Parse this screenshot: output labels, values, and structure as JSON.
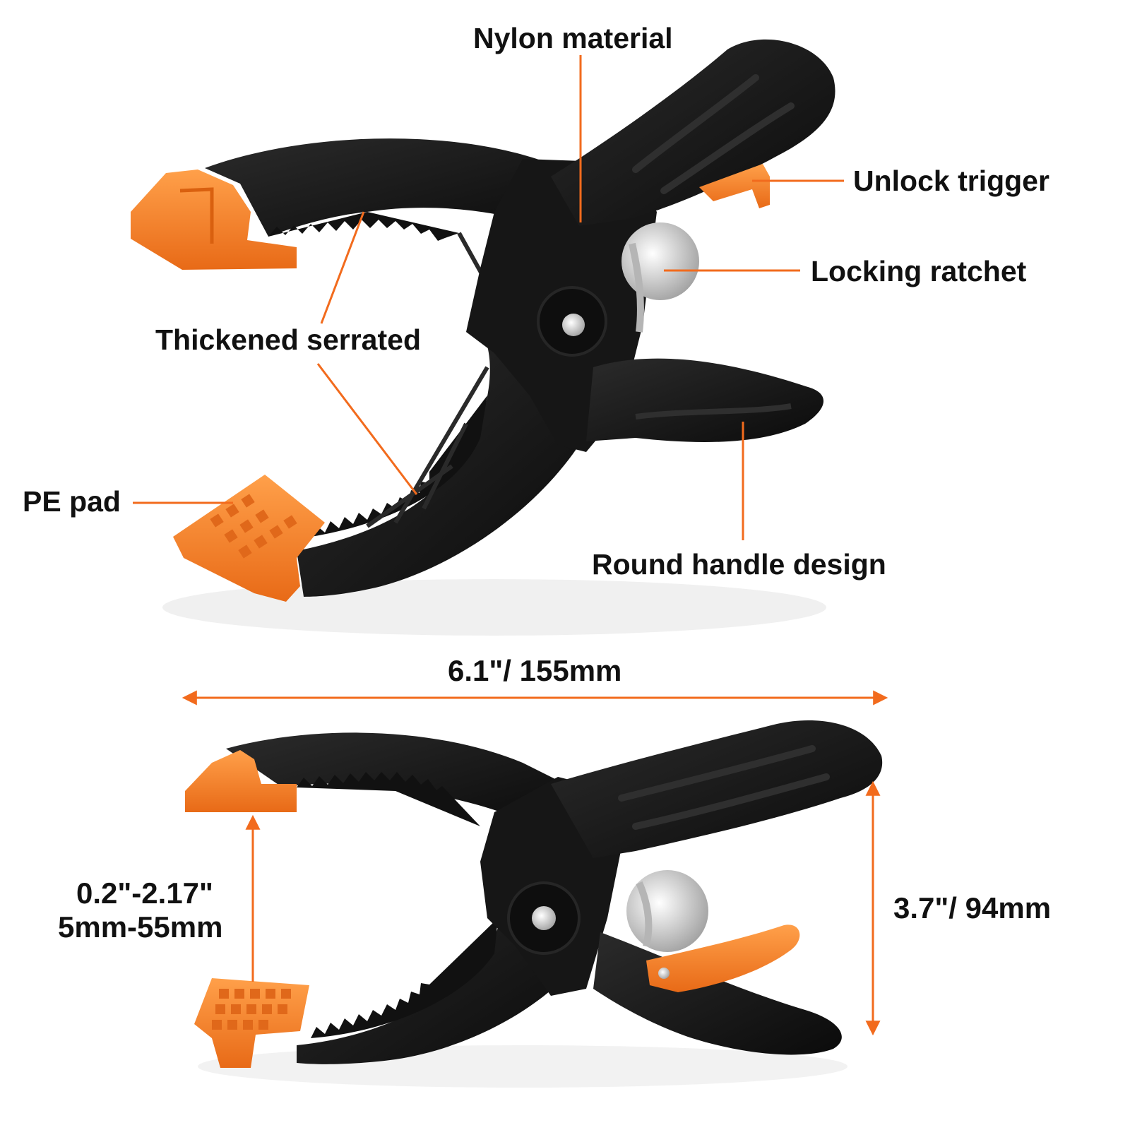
{
  "theme": {
    "accent": "#F26B1D",
    "pad_orange": "#FF8A2A",
    "pad_orange_dark": "#E0681A",
    "body_black": "#1A1A1A",
    "body_dark": "#0D0D0D",
    "steel": "#D9D9D9",
    "background": "#FFFFFF"
  },
  "callouts": {
    "nylon_material": "Nylon material",
    "unlock_trigger": "Unlock trigger",
    "locking_ratchet": "Locking ratchet",
    "thickened_serrated": "Thickened serrated",
    "pe_pad": "PE pad",
    "round_handle": "Round handle design"
  },
  "dimensions": {
    "length": "6.1\"/ 155mm",
    "height": "3.7\"/ 94mm",
    "opening_inch": "0.2\"-2.17\"",
    "opening_mm": "5mm-55mm"
  },
  "icons": {
    "product_top": "spring-clamp-icon",
    "product_bottom": "spring-clamp-icon"
  }
}
